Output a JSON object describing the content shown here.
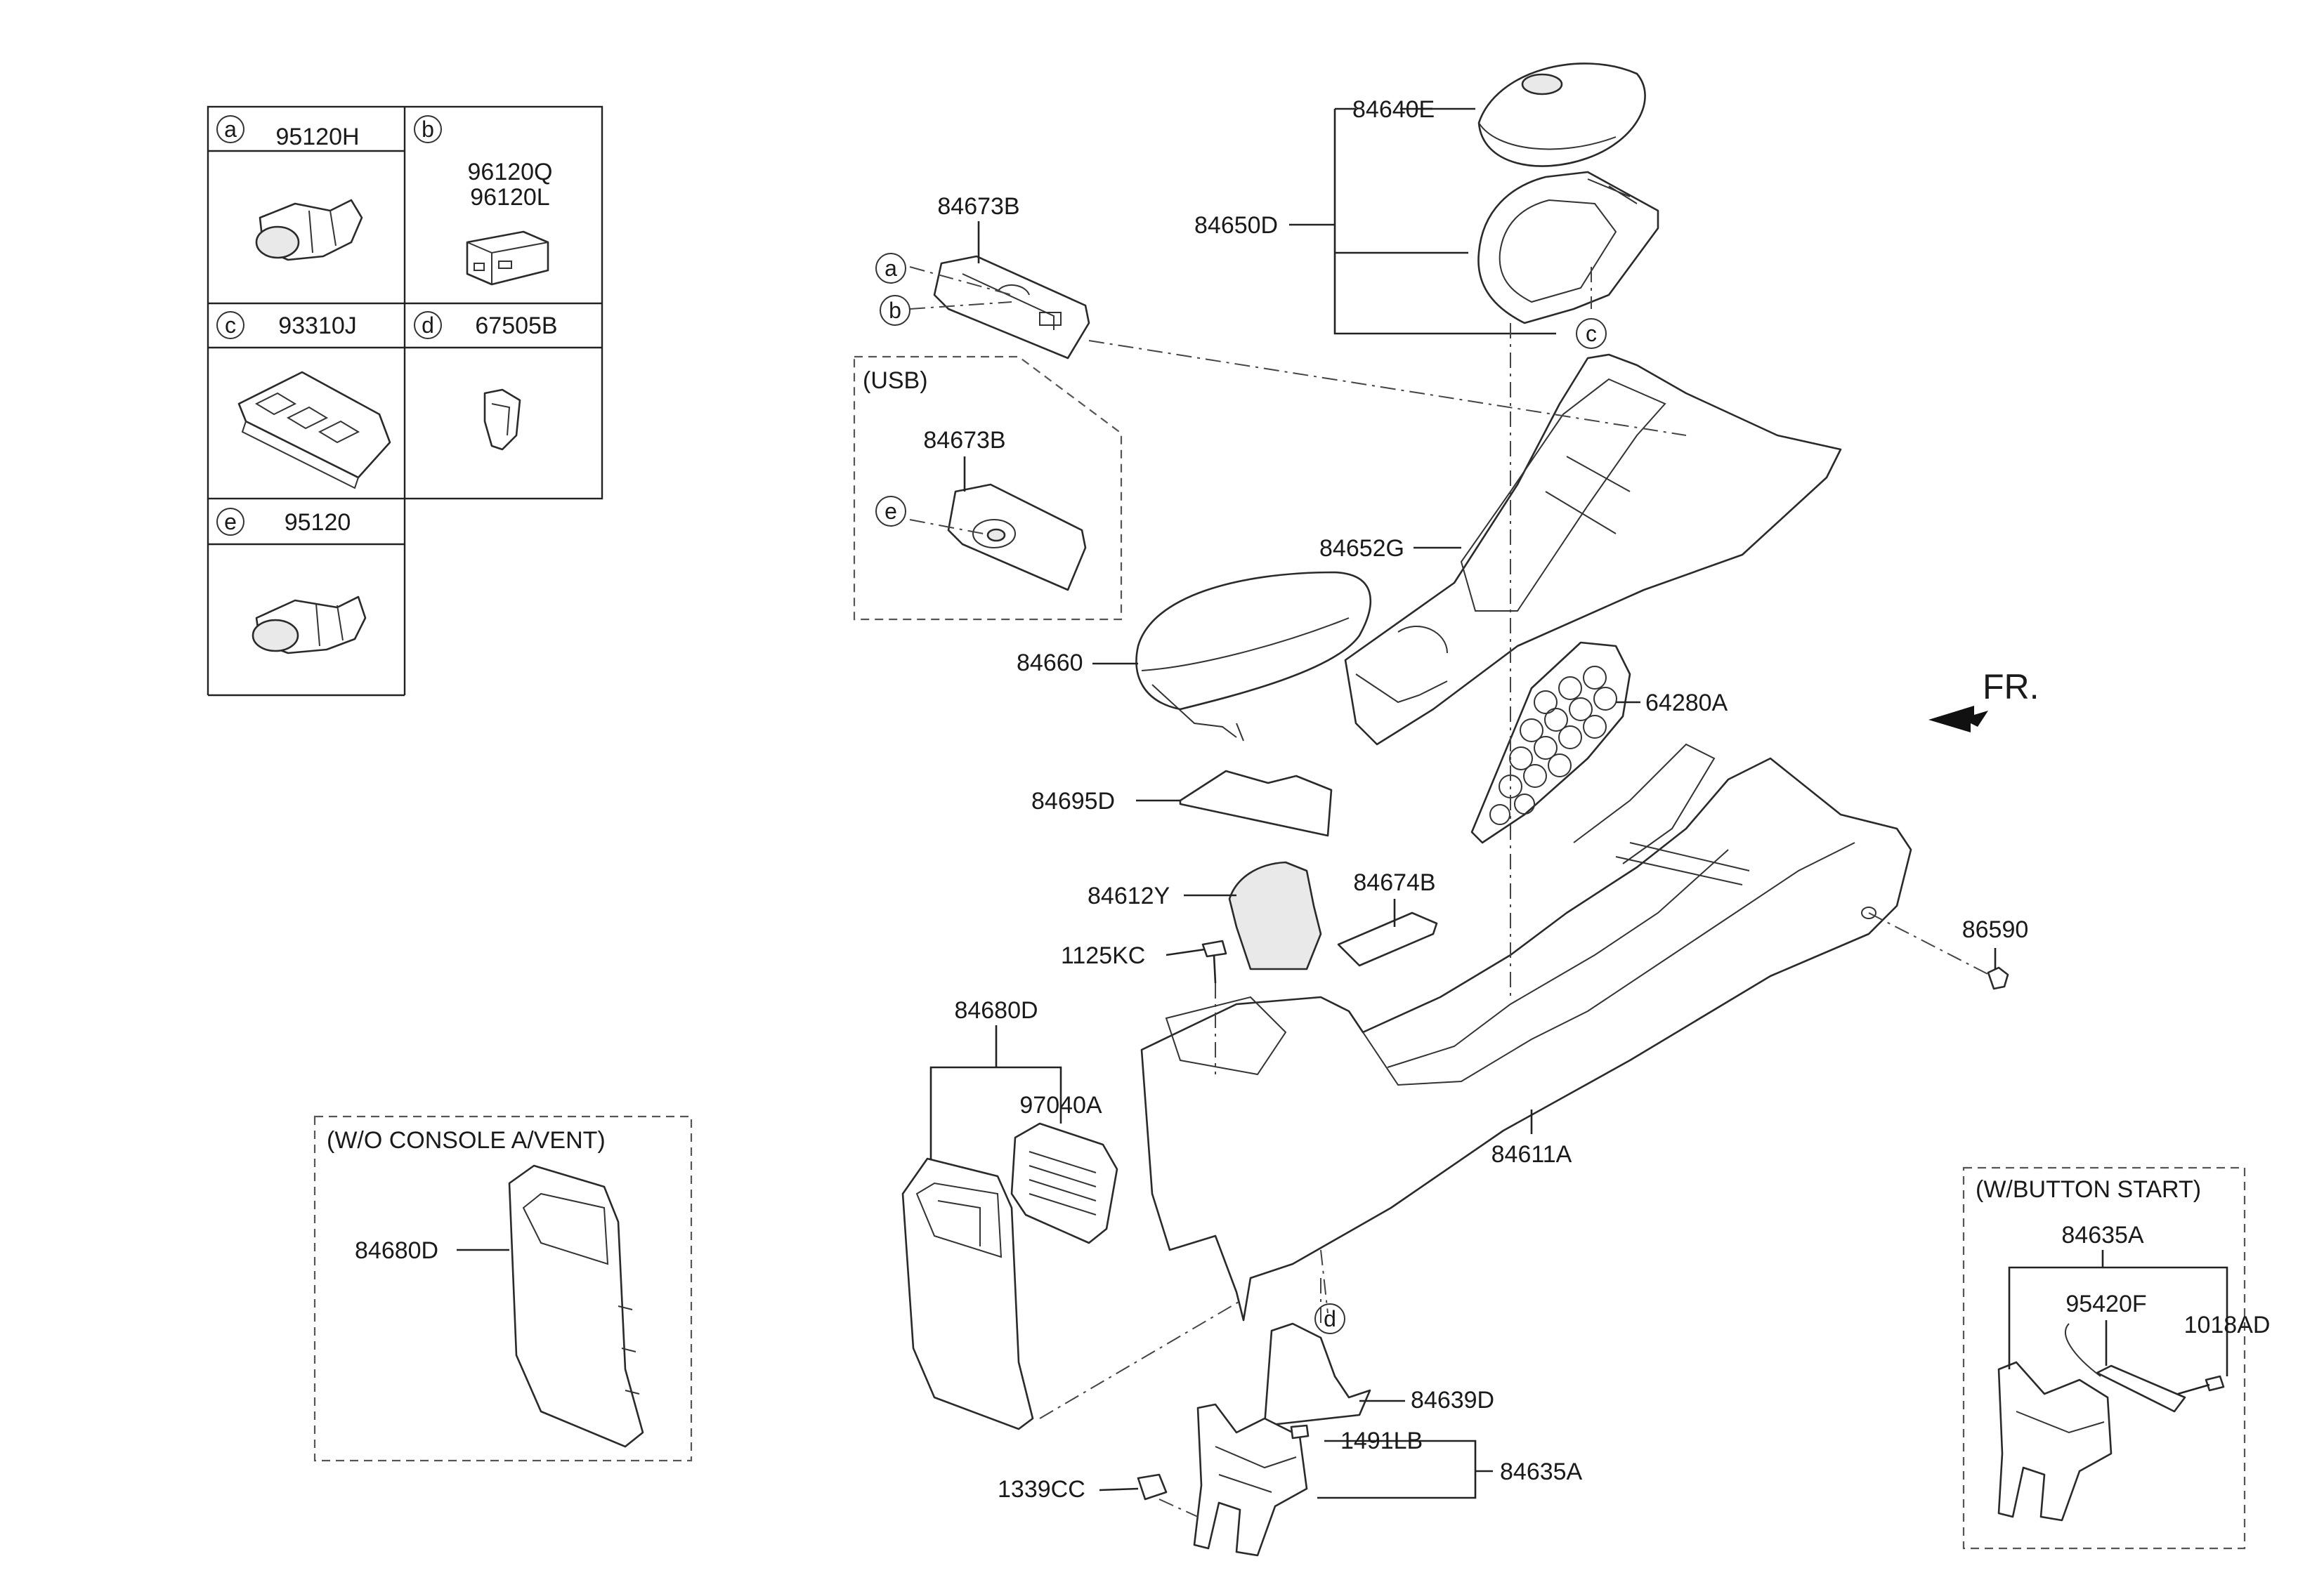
{
  "legend": {
    "a": {
      "letter": "a",
      "part": "95120H"
    },
    "b": {
      "letter": "b",
      "part1": "96120Q",
      "part2": "96120L"
    },
    "c": {
      "letter": "c",
      "part": "93310J"
    },
    "d": {
      "letter": "d",
      "part": "67505B"
    },
    "e": {
      "letter": "e",
      "part": "95120"
    }
  },
  "callouts": {
    "p84640E": "84640E",
    "p84650D": "84650D",
    "p84673B_top": "84673B",
    "p84673B_usb": "84673B",
    "p84652G": "84652G",
    "p84660": "84660",
    "p64280A": "64280A",
    "p84695D": "84695D",
    "p84612Y": "84612Y",
    "p84674B": "84674B",
    "p1125KC": "1125KC",
    "p86590": "86590",
    "p84680D": "84680D",
    "p97040A": "97040A",
    "p84611A": "84611A",
    "p84680D_alt": "84680D",
    "p84639D": "84639D",
    "p1491LB": "1491LB",
    "p84635A": "84635A",
    "p1339CC": "1339CC",
    "p84635A_btn": "84635A",
    "p95420F": "95420F",
    "p1018AD": "1018AD"
  },
  "markers": {
    "a": "a",
    "b": "b",
    "c": "c",
    "d": "d",
    "e": "e"
  },
  "groups": {
    "usb": "(USB)",
    "wo_vent": "(W/O CONSOLE A/VENT)",
    "btn_start": "(W/BUTTON START)"
  },
  "direction": "FR."
}
